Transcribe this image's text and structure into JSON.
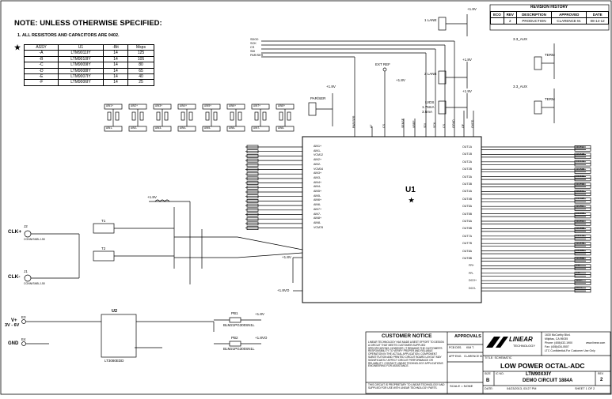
{
  "notes": {
    "title": "NOTE: UNLESS OTHERWISE SPECIFIED:",
    "item1": "1.  ALL RESISTORS AND CAPACITORS ARE 0402."
  },
  "assy_table": {
    "star": "★",
    "headers": [
      "ASSY",
      "U1",
      "-Bit",
      "Msps"
    ],
    "rows": [
      [
        "-A",
        "LTM9011IY",
        "14",
        "125"
      ],
      [
        "-B",
        "LTM9010IY",
        "14",
        "105"
      ],
      [
        "-C",
        "LTM9009IY",
        "14",
        "80"
      ],
      [
        "-D",
        "LTM9008IY",
        "14",
        "65"
      ],
      [
        "-E",
        "LTM9007IY",
        "14",
        "40"
      ],
      [
        "-F",
        "LTM9006IY",
        "14",
        "25"
      ]
    ]
  },
  "revision": {
    "title": "REVISION HISTORY",
    "headers": [
      "ECO",
      "REV",
      "DESCRIPTION",
      "APPROVED",
      "DATE"
    ],
    "row": [
      "",
      "2",
      "PRODUCTION",
      "CLARENCE M.",
      "08-14-12"
    ]
  },
  "u1": {
    "name": "U1",
    "star": "★"
  },
  "u1_top_pins": [
    "PAR/SER",
    "A7",
    "CS",
    "SENSE",
    "VREF",
    "SDI",
    "SCK",
    "CS",
    "OGND",
    "OF",
    "OVDD"
  ],
  "u1_left_pins": [
    "AIN1+",
    "AIN1-",
    "VCM12",
    "AIN2+",
    "AIN2-",
    "VCM34",
    "AIN3+",
    "AIN3-",
    "AIN4+",
    "AIN4-",
    "AIN5+",
    "AIN5-",
    "AIN6+",
    "AIN6-",
    "AIN7+",
    "AIN7-",
    "AIN8+",
    "AIN8-",
    "VCM78"
  ],
  "u1_right_pins": [
    "OUT1A",
    "OUT1B",
    "OUT2A",
    "OUT2B",
    "OUT3A",
    "OUT3B",
    "OUT4A",
    "OUT4B",
    "OUT5A",
    "OUT5B",
    "OUT6A",
    "OUT6B",
    "OUT7A",
    "OUT7B",
    "OUT8A",
    "OUT8B",
    "FR+",
    "FR-",
    "DCO+",
    "DCO-"
  ],
  "ain_labels": [
    "AIN1+",
    "AIN2+",
    "AIN3+",
    "AIN4+",
    "AIN5+",
    "AIN6+",
    "AIN7+",
    "AIN8+"
  ],
  "ain_neg_labels": [
    "AIN1-",
    "AIN2-",
    "AIN3-",
    "AIN4-",
    "AIN5-",
    "AIN6-",
    "AIN7-",
    "AIN8-"
  ],
  "bus_labels": [
    "SDO0",
    "SCK",
    "CS",
    "SDI",
    "PAR/SER"
  ],
  "rails": {
    "p18": "+1.8V",
    "p18o": "+1.8VO",
    "p33": "3.3_AUX"
  },
  "connectors": {
    "clkp": "CLK+",
    "clkn": "CLK-",
    "j2": "J2",
    "j1": "J1",
    "j_type": "CONN/SMB-J-50",
    "vplus": "V+",
    "vrange": "3V - 6V",
    "gnd": "GND",
    "e3": "E3",
    "e4": "E4"
  },
  "blocks": {
    "ext_ref": "EXT REF",
    "u2": "U2",
    "u2_part": "LT3080EDD",
    "pb1": "PB1",
    "pb2": "PB2",
    "ferrite": "BLM21PG300SN1L",
    "t1": "T1",
    "t2": "T2",
    "parser": "PAR/SER",
    "lane1": "1 LANE",
    "lane2": "2 LANE",
    "term": "TERM",
    "lvds": "LVDS",
    "current1": "1.75mA",
    "current2": "3.5mA"
  },
  "customer_notice": {
    "title": "CUSTOMER NOTICE",
    "body": "LINEAR TECHNOLOGY HAS MADE A BEST EFFORT TO DESIGN A CIRCUIT THAT MEETS CUSTOMER-SUPPLIED SPECIFICATIONS; HOWEVER, IT REMAINS THE CUSTOMER'S RESPONSIBILITY TO VERIFY PROPER AND RELIABLE OPERATION IN THE ACTUAL APPLICATION. COMPONENT SUBSTITUTION AND PRINTED CIRCUIT BOARD LAYOUT MAY SIGNIFICANTLY AFFECT CIRCUIT PERFORMANCE OR RELIABILITY. CONTACT LINEAR TECHNOLOGY APPLICATIONS ENGINEERING FOR ASSISTANCE.",
    "footer": "THIS CIRCUIT IS PROPRIETARY TO LINEAR TECHNOLOGY AND SUPPLIED FOR USE WITH LINEAR TECHNOLOGY PARTS."
  },
  "approvals": {
    "title": "APPROVALS",
    "pcb_des": "PCB DES.",
    "pcb_name": "KIM T.",
    "app_eng": "APP ENG.",
    "app_name": "CLARENCE M.",
    "scale": "SCALE = NONE"
  },
  "company": {
    "logo": "LINEAR",
    "logo_sub": "TECHNOLOGY",
    "address1": "1630 McCarthy Blvd.",
    "address2": "Milpitas, CA 95035",
    "phone": "Phone: (408)432-1900",
    "web": "www.linear.com",
    "fax": "Fax: (408)434-0507",
    "confidential": "LTC Confidential-For Customer Use Only"
  },
  "title_block": {
    "title_label": "TITLE: SCHEMATIC",
    "title": "LOW POWER OCTAL-ADC",
    "size_label": "SIZE",
    "size": "B",
    "icno_label": "IC NO.",
    "ic": "LTM90XXIY",
    "demo": "DEMO CIRCUIT 1884A",
    "rev_label": "REV",
    "rev": "2",
    "date_label": "DATE:",
    "date": "04/23/2013, 03:27 PM",
    "sheet": "SHEET 1 OF 2"
  }
}
